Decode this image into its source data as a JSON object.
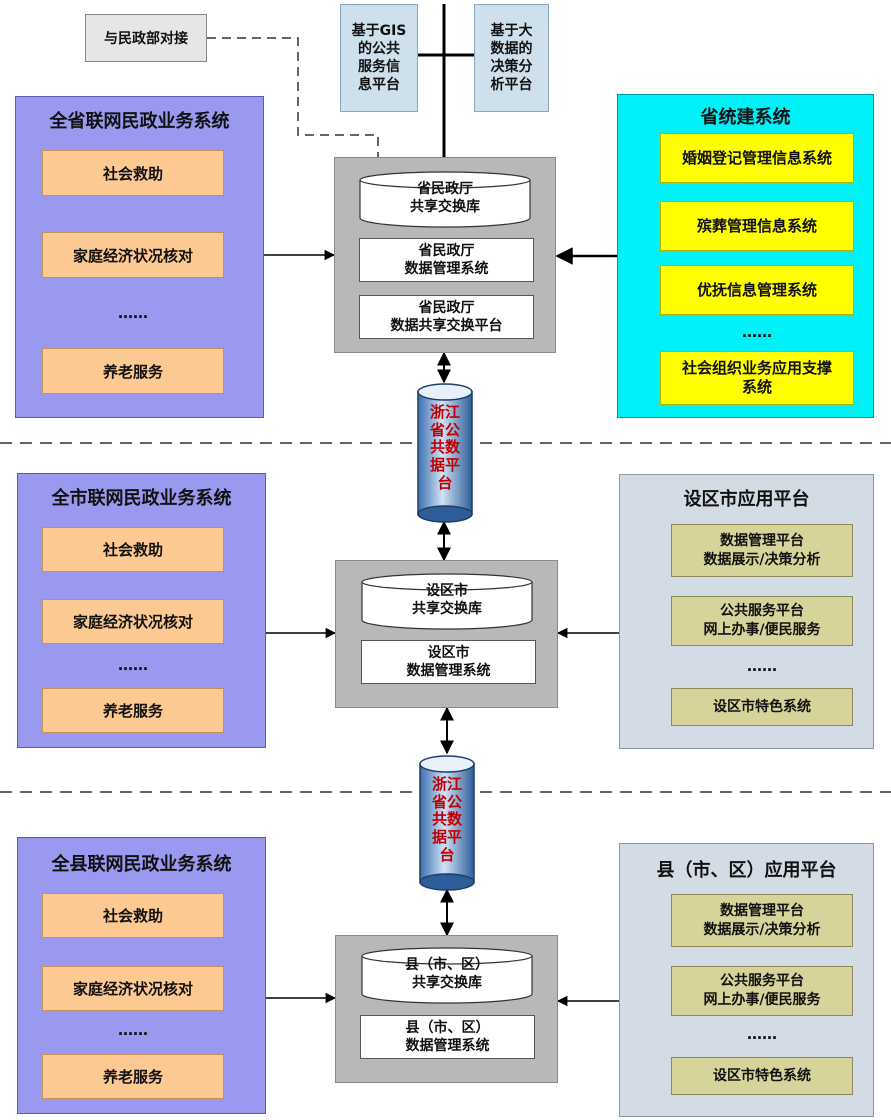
{
  "top": {
    "minzheng_label": "与民政部对接",
    "gis_label": "基于GIS\n的公共\n服务信\n息平台",
    "bigdata_label": "基于大\n数据的\n决策分\n析平台"
  },
  "province": {
    "left_panel": {
      "title": "全省联网民政业务系统",
      "items": [
        "社会救助",
        "家庭经济状况核对",
        "……",
        "养老服务"
      ]
    },
    "hub": {
      "db_label": "省民政厅\n共享交换库",
      "system_label": "省民政厅\n数据管理系统",
      "platform_label": "省民政厅\n数据共享交换平台"
    },
    "right_panel": {
      "title": "省统建系统",
      "items": [
        "婚姻登记管理信息系统",
        "殡葬管理信息系统",
        "优抚信息管理系统",
        "……",
        "社会组织业务应用支撑\n系统"
      ]
    }
  },
  "platform_cylinder_1": "浙江\n省公\n共数\n据平\n台",
  "city": {
    "left_panel": {
      "title": "全市联网民政业务系统",
      "items": [
        "社会救助",
        "家庭经济状况核对",
        "……",
        "养老服务"
      ]
    },
    "hub": {
      "db_label": "设区市\n共享交换库",
      "system_label": "设区市\n数据管理系统"
    },
    "right_panel": {
      "title": "设区市应用平台",
      "items": [
        "数据管理平台\n数据展示/决策分析",
        "公共服务平台\n网上办事/便民服务",
        "……",
        "设区市特色系统"
      ]
    }
  },
  "platform_cylinder_2": "浙江\n省公\n共数\n据平\n台",
  "county": {
    "left_panel": {
      "title": "全县联网民政业务系统",
      "items": [
        "社会救助",
        "家庭经济状况核对",
        "……",
        "养老服务"
      ]
    },
    "hub": {
      "db_label": "县（市、区）\n共享交换库",
      "system_label": "县（市、区）\n数据管理系统"
    },
    "right_panel": {
      "title": "县（市、区）应用平台",
      "items": [
        "数据管理平台\n数据展示/决策分析",
        "公共服务平台\n网上办事/便民服务",
        "……",
        "设区市特色系统"
      ]
    }
  },
  "colors": {
    "left_panel": "#9999f0",
    "province_right_panel": "#00f0f8",
    "gray_panel": "#d3dbe5",
    "orange_item": "#fcc993",
    "yellow_item": "#ffff00",
    "khaki_item": "#d6d39b",
    "hub": "#b8b8b8",
    "cylinder_text": "#c00000"
  }
}
